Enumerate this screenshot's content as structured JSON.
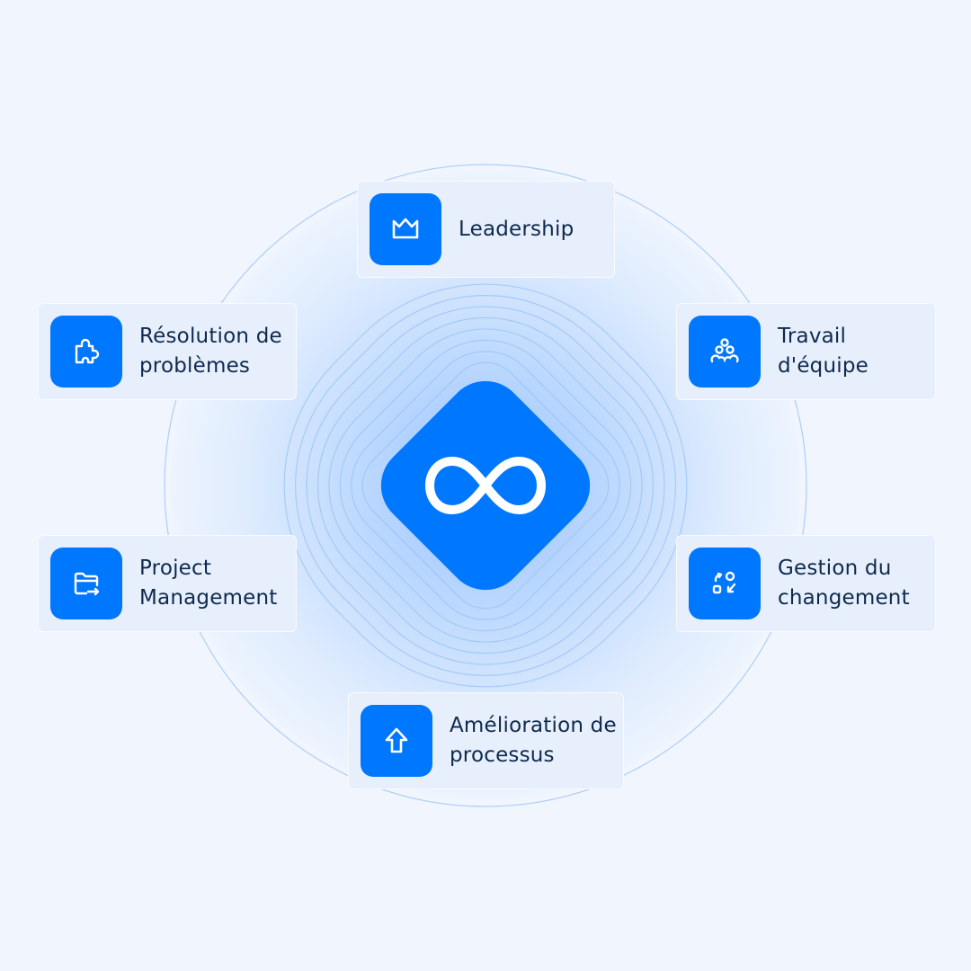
{
  "center": {
    "icon": "infinity-icon"
  },
  "items": [
    {
      "label": "Leadership",
      "icon": "crown-icon"
    },
    {
      "label": "Résolution de problèmes",
      "line1": "Résolution de",
      "line2": "problèmes",
      "icon": "puzzle-icon"
    },
    {
      "label": "Travail d'équipe",
      "line1": "Travail",
      "line2": "d'équipe",
      "icon": "team-icon"
    },
    {
      "label": "Project Management",
      "line1": "Project",
      "line2": "Management",
      "icon": "folder-arrow-icon"
    },
    {
      "label": "Gestion du changement",
      "line1": "Gestion du",
      "line2": "changement",
      "icon": "change-icon"
    },
    {
      "label": "Amélioration de processus",
      "line1": "Amélioration de",
      "line2": "processus",
      "icon": "arrow-up-icon"
    }
  ],
  "colors": {
    "accent": "#0077ff",
    "text": "#0e2a4c",
    "background": "#f1f6fe"
  }
}
